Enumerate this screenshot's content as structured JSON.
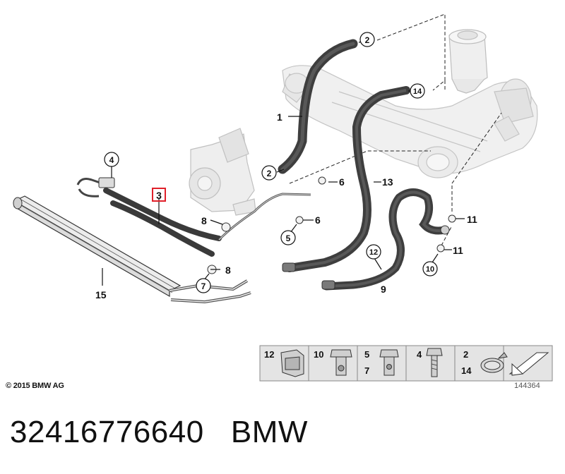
{
  "diagram": {
    "callouts": [
      {
        "id": "c1",
        "label": "1"
      },
      {
        "id": "c2a",
        "label": "2"
      },
      {
        "id": "c2b",
        "label": "2"
      },
      {
        "id": "c3",
        "label": "3"
      },
      {
        "id": "c4",
        "label": "4"
      },
      {
        "id": "c5",
        "label": "5"
      },
      {
        "id": "c6a",
        "label": "6"
      },
      {
        "id": "c6b",
        "label": "6"
      },
      {
        "id": "c7",
        "label": "7"
      },
      {
        "id": "c8a",
        "label": "8"
      },
      {
        "id": "c8b",
        "label": "8"
      },
      {
        "id": "c9",
        "label": "9"
      },
      {
        "id": "c10",
        "label": "10"
      },
      {
        "id": "c11a",
        "label": "11"
      },
      {
        "id": "c11b",
        "label": "11"
      },
      {
        "id": "c12",
        "label": "12"
      },
      {
        "id": "c13",
        "label": "13"
      },
      {
        "id": "c14",
        "label": "14"
      },
      {
        "id": "c15",
        "label": "15"
      }
    ],
    "highlight_color": "#e0202a"
  },
  "legend": {
    "cells": [
      {
        "labels": [
          "12"
        ]
      },
      {
        "labels": [
          "10"
        ]
      },
      {
        "labels": [
          "5",
          "7"
        ]
      },
      {
        "labels": [
          "4"
        ]
      },
      {
        "labels": [
          "2",
          "14"
        ]
      },
      {
        "labels": []
      }
    ]
  },
  "footer": {
    "copyright": "© 2015 BMW AG",
    "diagram_number": "144364",
    "caption": "32416776640   BMW"
  }
}
